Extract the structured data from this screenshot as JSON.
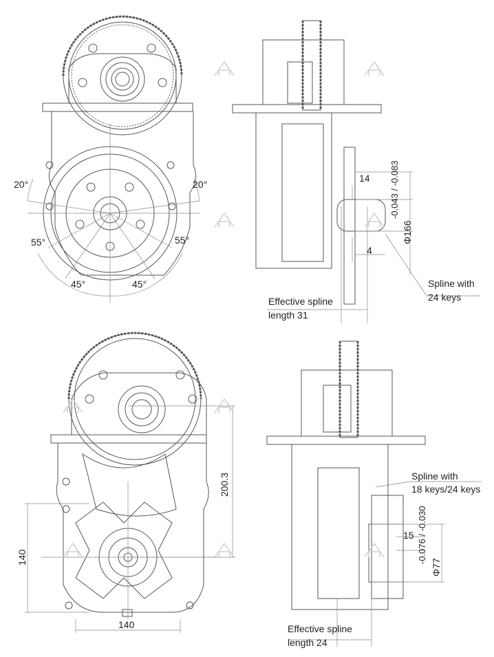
{
  "top": {
    "angle_20_left": "20°",
    "angle_20_right": "20°",
    "angle_55_left": "55°",
    "angle_55_right": "55°",
    "angle_45_left": "45°",
    "angle_45_right": "45°",
    "dim_14": "14",
    "dim_4": "4",
    "dia_main": "Φ166",
    "dia_tol": "-0.043 / -0.083",
    "spline_line1": "Spline with",
    "spline_line2": "24 keys",
    "eff_line1": "Effective spline",
    "eff_line2": "length 31"
  },
  "bottom": {
    "dim_200": "200.3",
    "dim_140_v": "140",
    "dim_140_h": "140",
    "dim_15": "15",
    "dia_main": "Φ77",
    "dia_tol": "-0.076 / -0.030",
    "spline_line1": "Spline with",
    "spline_line2": "18 keys/24 keys",
    "eff_line1": "Effective spline",
    "eff_line2": "length 24"
  },
  "colors": {
    "line": "#555555",
    "dim": "#222222",
    "watermark": "#cfcfcf"
  }
}
